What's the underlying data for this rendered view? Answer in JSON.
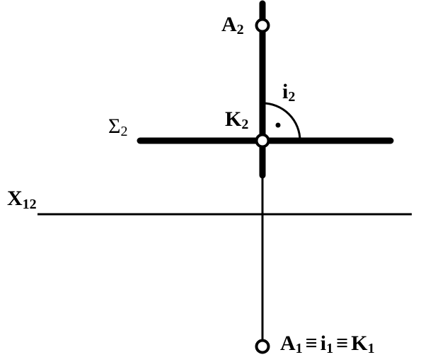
{
  "labels": {
    "a2": {
      "base": "A",
      "sub": "2"
    },
    "i2": {
      "base": "i",
      "sub": "2"
    },
    "k2": {
      "base": "K",
      "sub": "2"
    },
    "sigma2": {
      "base": "Σ",
      "sub": "2"
    },
    "x12": {
      "base": "X",
      "sub": "12"
    },
    "bottom": {
      "a1": {
        "base": "A",
        "sub": "1"
      },
      "equiv1": "≡",
      "i1": {
        "base": "i",
        "sub": "1"
      },
      "equiv2": "≡",
      "k1": {
        "base": "K",
        "sub": "1"
      }
    }
  },
  "colors": {
    "line": "#000000",
    "background": "#ffffff"
  }
}
